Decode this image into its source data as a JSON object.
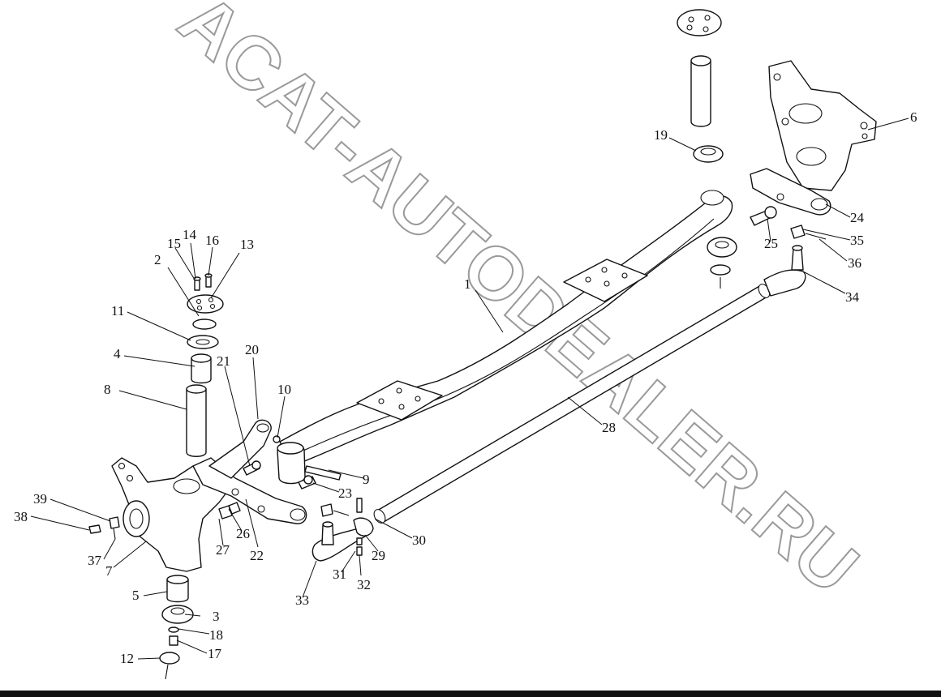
{
  "watermark": {
    "text": "ACAT-AUTODEALER.RU",
    "color": "#9a9a9a"
  },
  "callouts": [
    {
      "id": "c1",
      "label": "1"
    },
    {
      "id": "c2",
      "label": "2"
    },
    {
      "id": "c3",
      "label": "3"
    },
    {
      "id": "c4",
      "label": "4"
    },
    {
      "id": "c5",
      "label": "5"
    },
    {
      "id": "c6",
      "label": "6"
    },
    {
      "id": "c7",
      "label": "7"
    },
    {
      "id": "c8",
      "label": "8"
    },
    {
      "id": "c9",
      "label": "9"
    },
    {
      "id": "c10",
      "label": "10"
    },
    {
      "id": "c11",
      "label": "11"
    },
    {
      "id": "c12",
      "label": "12"
    },
    {
      "id": "c13",
      "label": "13"
    },
    {
      "id": "c14",
      "label": "14"
    },
    {
      "id": "c15",
      "label": "15"
    },
    {
      "id": "c16",
      "label": "16"
    },
    {
      "id": "c17",
      "label": "17"
    },
    {
      "id": "c18",
      "label": "18"
    },
    {
      "id": "c19",
      "label": "19"
    },
    {
      "id": "c20",
      "label": "20"
    },
    {
      "id": "c21",
      "label": "21"
    },
    {
      "id": "c22",
      "label": "22"
    },
    {
      "id": "c23",
      "label": "23"
    },
    {
      "id": "c24",
      "label": "24"
    },
    {
      "id": "c25",
      "label": "25"
    },
    {
      "id": "c26",
      "label": "26"
    },
    {
      "id": "c27",
      "label": "27"
    },
    {
      "id": "c28",
      "label": "28"
    },
    {
      "id": "c29",
      "label": "29"
    },
    {
      "id": "c30",
      "label": "30"
    },
    {
      "id": "c31",
      "label": "31"
    },
    {
      "id": "c32",
      "label": "32"
    },
    {
      "id": "c33",
      "label": "33"
    },
    {
      "id": "c34",
      "label": "34"
    },
    {
      "id": "c35",
      "label": "35"
    },
    {
      "id": "c36",
      "label": "36"
    },
    {
      "id": "c37",
      "label": "37"
    },
    {
      "id": "c38",
      "label": "38"
    },
    {
      "id": "c39",
      "label": "39"
    }
  ]
}
